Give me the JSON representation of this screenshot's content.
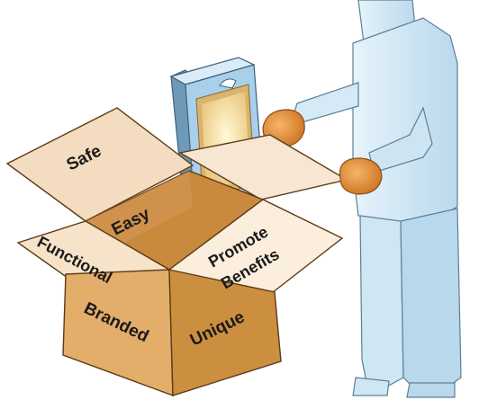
{
  "labels": {
    "safe": "Safe",
    "easy": "Easy",
    "functional": "Functional",
    "promote_line1": "Promote",
    "promote_line2": "Benefits",
    "branded": "Branded",
    "unique": "Unique"
  },
  "colors": {
    "flap_light": "#f3dcbf",
    "flap_mid": "#e2b47c",
    "inner": "#c98a3d",
    "front_left": "#e3ae6a",
    "front_right": "#cc8f3f",
    "outline": "#5b3b16",
    "person": "#cfe6f3",
    "person_shade": "#a9cde3",
    "hand": "#e2882e",
    "package": "#a9d0ea",
    "package_frame": "#6e9ab8",
    "package_glow": "#f8f1a8"
  }
}
